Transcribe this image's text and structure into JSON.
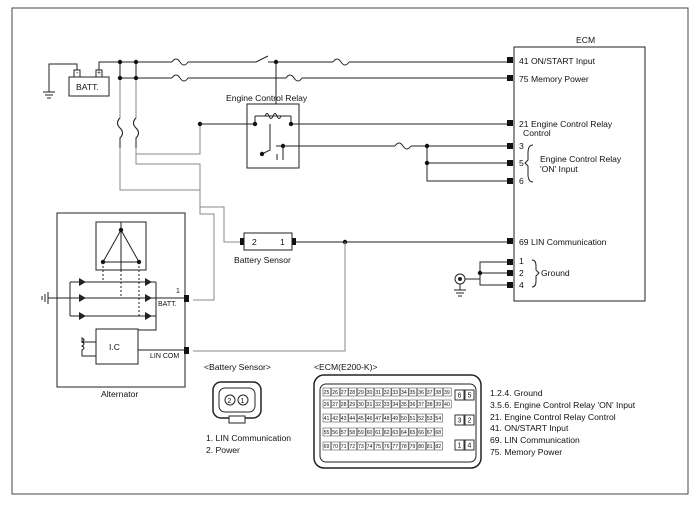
{
  "ecm": {
    "title": "ECM",
    "pins": [
      {
        "num": "41",
        "label": "ON/START Input"
      },
      {
        "num": "75",
        "label": "Memory Power"
      },
      {
        "num": "21",
        "label": "Engine Control Relay",
        "label2": "Control"
      },
      {
        "num": "3",
        "label": ""
      },
      {
        "num": "5",
        "label": ""
      },
      {
        "num": "6",
        "label": ""
      },
      {
        "num": "69",
        "label": "LIN Communication"
      },
      {
        "num": "1",
        "label": ""
      },
      {
        "num": "2",
        "label": ""
      },
      {
        "num": "4",
        "label": ""
      }
    ],
    "group_relay_on": {
      "line1": "Engine Control Relay",
      "line2": "'ON' Input"
    },
    "group_ground": "Ground"
  },
  "battery": {
    "label": "BATT."
  },
  "relay": {
    "label": "Engine Control Relay"
  },
  "battery_sensor": {
    "label": "Battery Sensor",
    "pin_left": "2",
    "pin_right": "1"
  },
  "alternator": {
    "label": "Alternator",
    "ic_label": "I.C",
    "batt_pin_num": "1",
    "batt_pin_label": "BATT.",
    "lin_label": "LIN COM"
  },
  "connector_sensor": {
    "title": "<Battery Sensor>",
    "pins": [
      "2",
      "1"
    ],
    "legend": [
      "1. LIN Communication",
      "2. Power"
    ]
  },
  "connector_ecm": {
    "title": "<ECM(E200-K)>",
    "row1": [
      "25",
      "26",
      "27",
      "28",
      "29",
      "30",
      "31",
      "32",
      "33",
      "34",
      "35",
      "36",
      "37",
      "38",
      "39"
    ],
    "row2": [
      "26",
      "27",
      "28",
      "29",
      "30",
      "31",
      "32",
      "33",
      "34",
      "35",
      "36",
      "37",
      "38",
      "39",
      "40"
    ],
    "row3": [
      "41",
      "42",
      "43",
      "44",
      "45",
      "46",
      "47",
      "48",
      "49",
      "50",
      "51",
      "52",
      "53",
      "54"
    ],
    "row4": [
      "55",
      "56",
      "57",
      "58",
      "59",
      "60",
      "61",
      "62",
      "63",
      "64",
      "65",
      "66",
      "67",
      "68"
    ],
    "row5": [
      "69",
      "70",
      "71",
      "72",
      "73",
      "74",
      "75",
      "76",
      "77",
      "78",
      "79",
      "80",
      "81",
      "82"
    ],
    "side": [
      "6",
      "5",
      "3",
      "2",
      "1",
      "4"
    ],
    "legend": [
      "1.2.4. Ground",
      "3.5.6. Engine Control Relay 'ON' Input",
      "21. Engine Control Relay Control",
      "41. ON/START Input",
      "69. LIN Communication",
      "75. Memory Power"
    ]
  }
}
